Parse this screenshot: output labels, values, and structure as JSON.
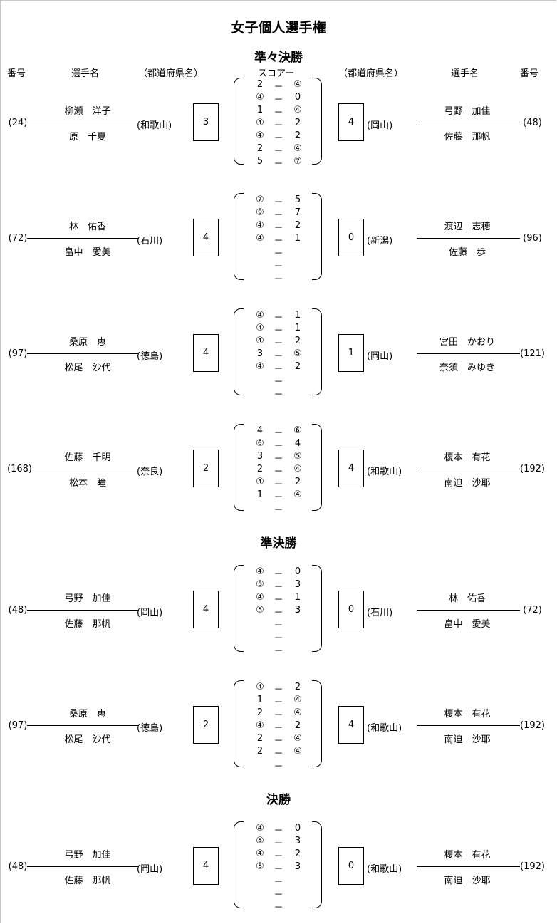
{
  "title": "女子個人選手権",
  "headers": {
    "num_left": "番号",
    "player_left": "選手名",
    "pref_left": "（都道府県名）",
    "score": "スコアー",
    "pref_right": "（都道府県名）",
    "player_right": "選手名",
    "num_right": "番号"
  },
  "sections": {
    "quarterfinal": "準々決勝",
    "semifinal": "準決勝",
    "final": "決勝"
  },
  "matches": [
    {
      "left": {
        "num": "(24)",
        "p1": "柳瀬　洋子",
        "p2": "原　千夏",
        "pref": "(和歌山)",
        "score": "3"
      },
      "right": {
        "num": "(48)",
        "p1": "弓野　加佳",
        "p2": "佐藤　那帆",
        "pref": "(岡山)",
        "score": "4"
      },
      "games": [
        [
          "2",
          "－",
          "④"
        ],
        [
          "④",
          "－",
          "0"
        ],
        [
          "1",
          "－",
          "④"
        ],
        [
          "④",
          "－",
          "2"
        ],
        [
          "④",
          "－",
          "2"
        ],
        [
          "2",
          "－",
          "④"
        ],
        [
          "5",
          "－",
          "⑦"
        ]
      ]
    },
    {
      "left": {
        "num": "(72)",
        "p1": "林　佑香",
        "p2": "畠中　愛美",
        "pref": "(石川)",
        "score": "4"
      },
      "right": {
        "num": "(96)",
        "p1": "渡辺　志穂",
        "p2": "佐藤　歩",
        "pref": "(新潟)",
        "score": "0"
      },
      "games": [
        [
          "⑦",
          "－",
          "5"
        ],
        [
          "⑨",
          "－",
          "7"
        ],
        [
          "④",
          "－",
          "2"
        ],
        [
          "④",
          "－",
          "1"
        ],
        [
          "",
          "－",
          ""
        ],
        [
          "",
          "－",
          ""
        ],
        [
          "",
          "－",
          ""
        ]
      ]
    },
    {
      "left": {
        "num": "(97)",
        "p1": "桑原　恵",
        "p2": "松尾　沙代",
        "pref": "(徳島)",
        "score": "4"
      },
      "right": {
        "num": "(121)",
        "p1": "宮田　かおり",
        "p2": "奈須　みゆき",
        "pref": "(岡山)",
        "score": "1"
      },
      "games": [
        [
          "④",
          "－",
          "1"
        ],
        [
          "④",
          "－",
          "1"
        ],
        [
          "④",
          "－",
          "2"
        ],
        [
          "3",
          "－",
          "⑤"
        ],
        [
          "④",
          "－",
          "2"
        ],
        [
          "",
          "－",
          ""
        ],
        [
          "",
          "－",
          ""
        ]
      ]
    },
    {
      "left": {
        "num": "(168)",
        "p1": "佐藤　千明",
        "p2": "松本　瞳",
        "pref": "(奈良)",
        "score": "2"
      },
      "right": {
        "num": "(192)",
        "p1": "榎本　有花",
        "p2": "南迫　沙耶",
        "pref": "(和歌山)",
        "score": "4"
      },
      "games": [
        [
          "4",
          "－",
          "⑥"
        ],
        [
          "⑥",
          "－",
          "4"
        ],
        [
          "3",
          "－",
          "⑤"
        ],
        [
          "2",
          "－",
          "④"
        ],
        [
          "④",
          "－",
          "2"
        ],
        [
          "1",
          "－",
          "④"
        ],
        [
          "",
          "－",
          ""
        ]
      ]
    },
    {
      "left": {
        "num": "(48)",
        "p1": "弓野　加佳",
        "p2": "佐藤　那帆",
        "pref": "(岡山)",
        "score": "4"
      },
      "right": {
        "num": "(72)",
        "p1": "林　佑香",
        "p2": "畠中　愛美",
        "pref": "(石川)",
        "score": "0"
      },
      "games": [
        [
          "④",
          "－",
          "0"
        ],
        [
          "⑤",
          "－",
          "3"
        ],
        [
          "④",
          "－",
          "1"
        ],
        [
          "⑤",
          "－",
          "3"
        ],
        [
          "",
          "－",
          ""
        ],
        [
          "",
          "－",
          ""
        ],
        [
          "",
          "－",
          ""
        ]
      ]
    },
    {
      "left": {
        "num": "(97)",
        "p1": "桑原　恵",
        "p2": "松尾　沙代",
        "pref": "(徳島)",
        "score": "2"
      },
      "right": {
        "num": "(192)",
        "p1": "榎本　有花",
        "p2": "南迫　沙耶",
        "pref": "(和歌山)",
        "score": "4"
      },
      "games": [
        [
          "④",
          "－",
          "2"
        ],
        [
          "1",
          "－",
          "④"
        ],
        [
          "2",
          "－",
          "④"
        ],
        [
          "④",
          "－",
          "2"
        ],
        [
          "2",
          "－",
          "④"
        ],
        [
          "2",
          "－",
          "④"
        ],
        [
          "",
          "－",
          ""
        ]
      ]
    },
    {
      "left": {
        "num": "(48)",
        "p1": "弓野　加佳",
        "p2": "佐藤　那帆",
        "pref": "(岡山)",
        "score": "4"
      },
      "right": {
        "num": "(192)",
        "p1": "榎本　有花",
        "p2": "南迫　沙耶",
        "pref": "(和歌山)",
        "score": "0"
      },
      "games": [
        [
          "④",
          "－",
          "0"
        ],
        [
          "⑤",
          "－",
          "3"
        ],
        [
          "④",
          "－",
          "2"
        ],
        [
          "⑤",
          "－",
          "3"
        ],
        [
          "",
          "－",
          ""
        ],
        [
          "",
          "－",
          ""
        ],
        [
          "",
          "－",
          ""
        ]
      ]
    }
  ]
}
